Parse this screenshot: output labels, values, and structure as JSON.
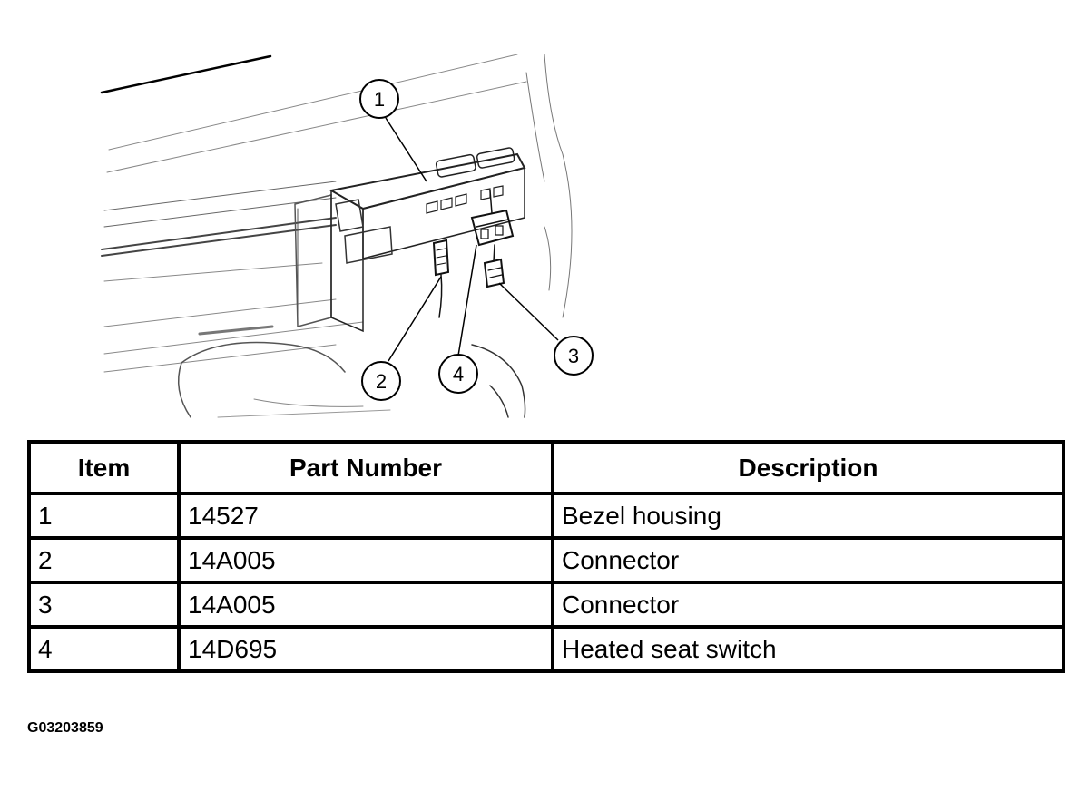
{
  "callouts": [
    "1",
    "2",
    "3",
    "4"
  ],
  "table": {
    "headers": {
      "item": "Item",
      "part_number": "Part Number",
      "description": "Description"
    },
    "rows": [
      {
        "item": "1",
        "part_number": "14527",
        "description": "Bezel housing"
      },
      {
        "item": "2",
        "part_number": "14A005",
        "description": "Connector"
      },
      {
        "item": "3",
        "part_number": "14A005",
        "description": "Connector"
      },
      {
        "item": "4",
        "part_number": "14D695",
        "description": "Heated seat switch"
      }
    ]
  },
  "figure_id": "G03203859"
}
